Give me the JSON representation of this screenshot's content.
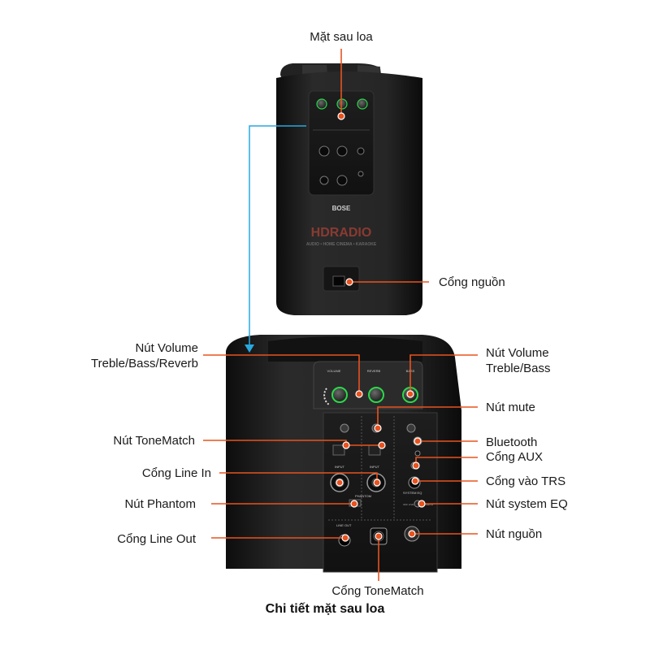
{
  "brand": "BOSE",
  "watermark": {
    "main": "HDRADIO",
    "sub": "AUDIO • HOME CINEMA • KARAOKE"
  },
  "labels": {
    "top_back": "Mặt sau loa",
    "power_port": "Cổng nguồn",
    "volume_left_line1": "Nút Volume",
    "volume_left_line2": "Treble/Bass/Reverb",
    "volume_right_line1": "Nút Volume",
    "volume_right_line2": "Treble/Bass",
    "mute": "Nút mute",
    "tonematch_button": "Nút ToneMatch",
    "bluetooth": "Bluetooth",
    "aux": "Cổng AUX",
    "line_in": "Cổng Line In",
    "trs_in": "Cổng vào TRS",
    "phantom": "Nút Phantom",
    "system_eq": "Nút system EQ",
    "line_out": "Cổng Line Out",
    "power_button": "Nút nguồn",
    "tonematch_port": "Cổng ToneMatch"
  },
  "caption": "Chi tiết mặt sau loa",
  "panel_text": {
    "vol1": "VOLUME",
    "vol2": "REVERB",
    "vol3": "BASS",
    "input1": "INPUT",
    "input2": "INPUT",
    "phantom": "PHANTOM",
    "line_out": "LINE OUT",
    "system_eq": "SYSTEM EQ",
    "eq_options": "OFF LIVE MUSIC SPEECH"
  },
  "colors": {
    "accent": "#e8531f",
    "connector": "#29a8e0",
    "speaker": "#1b1b1b",
    "ring": "#2bd94a"
  }
}
